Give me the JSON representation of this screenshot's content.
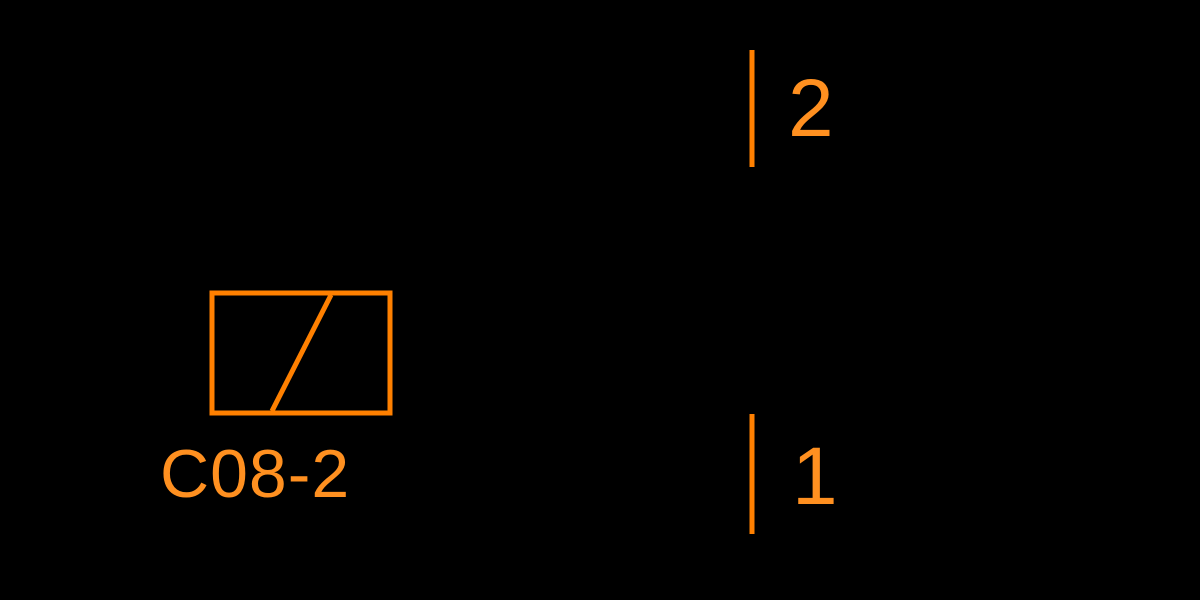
{
  "diagram": {
    "type": "electrical-schematic",
    "background_color": "#000000",
    "line_color": "#ff8000",
    "text_color": "#ff9020",
    "coil": {
      "label": "C08-2",
      "symbol": "relay-coil-rectangle-with-diagonal"
    },
    "contact": {
      "terminal_top": "2",
      "terminal_bottom": "1",
      "symbol": "open-contact-vertical-wire-stubs"
    }
  }
}
